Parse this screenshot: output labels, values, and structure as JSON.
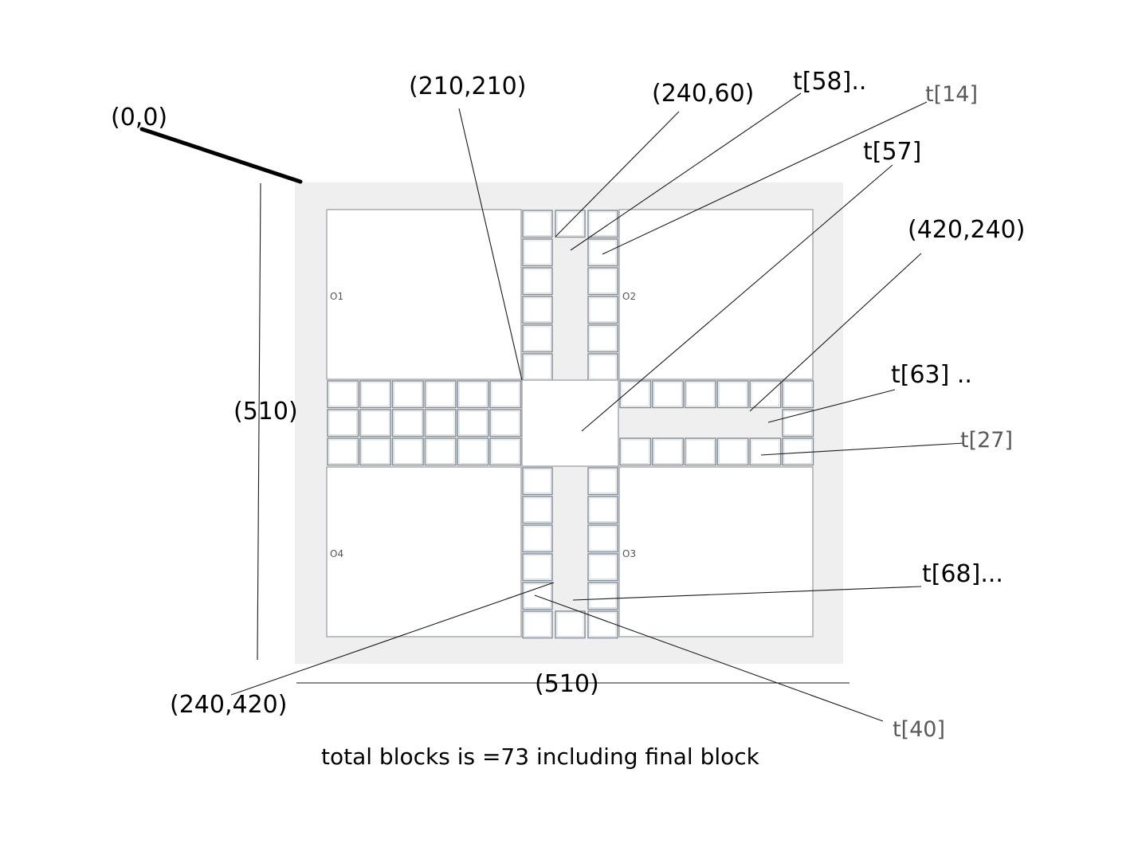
{
  "homes": [
    {
      "id": "home-o1",
      "label": "O1"
    },
    {
      "id": "home-o2",
      "label": "O2"
    },
    {
      "id": "home-o3",
      "label": "O3"
    },
    {
      "id": "home-o4",
      "label": "O4"
    }
  ],
  "annotations": {
    "origin": "(0,0)",
    "center_corner": "(210,210)",
    "top_path": "(240,60)",
    "right_path": "(420,240)",
    "bottom_path": "(240,420)",
    "height": "(510)",
    "width": "(510)",
    "t58": "t[58]..",
    "t14": "t[14]",
    "t57": "t[57]",
    "t63": "t[63] ..",
    "t27": "t[27]",
    "t68": "t[68]...",
    "t40": "t[40]"
  },
  "caption": "total blocks is =73 including final block",
  "colors": {
    "board_background": "#efefef",
    "cell_border": "#7f8a94",
    "annotation": "#000000"
  }
}
